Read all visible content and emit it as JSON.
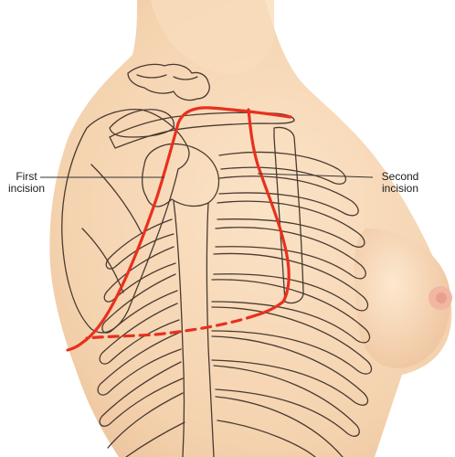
{
  "labels": {
    "first_incision": {
      "line1": "First",
      "line2": "incision"
    },
    "second_incision": {
      "line1": "Second",
      "line2": "incision"
    }
  },
  "colors": {
    "skin": "#f7d9b8",
    "skin_shadow": "#edc6a0",
    "bone_outline": "#4a3a30",
    "incision": "#e8301f",
    "leader_line": "#333333",
    "background": "#ffffff"
  }
}
